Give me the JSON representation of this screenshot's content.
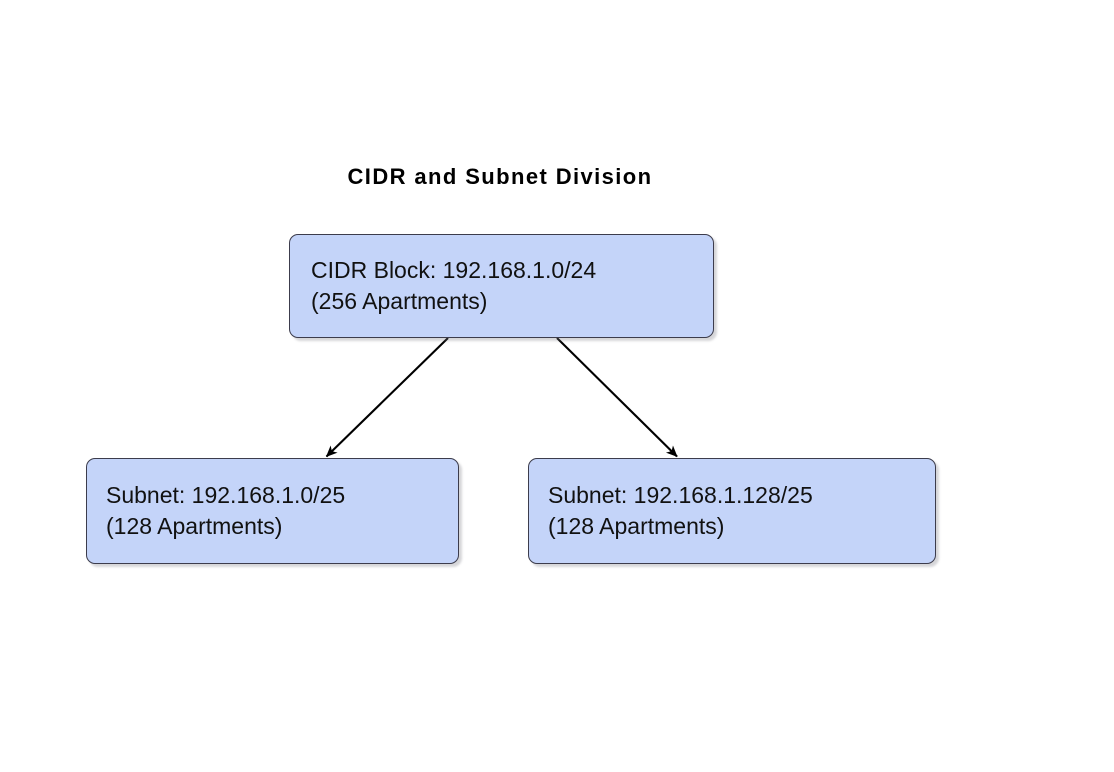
{
  "diagram": {
    "title": "CIDR and Subnet Division",
    "background_color": "#ffffff",
    "node_fill_color": "#c4d4f9",
    "node_border_color": "#3c3c4c",
    "text_color": "#111111",
    "arrow_color": "#000000",
    "nodes": [
      {
        "id": "cidr-block",
        "line1": "CIDR Block: 192.168.1.0/24",
        "line2": "(256 Apartments)"
      },
      {
        "id": "subnet-left",
        "line1": "Subnet: 192.168.1.0/25",
        "line2": "(128 Apartments)"
      },
      {
        "id": "subnet-right",
        "line1": "Subnet: 192.168.1.128/25",
        "line2": "(128 Apartments)"
      }
    ],
    "edges": [
      {
        "id": "edge-cidr-to-subnet-left",
        "from": "cidr-block",
        "to": "subnet-left"
      },
      {
        "id": "edge-cidr-to-subnet-right",
        "from": "cidr-block",
        "to": "subnet-right"
      }
    ]
  }
}
